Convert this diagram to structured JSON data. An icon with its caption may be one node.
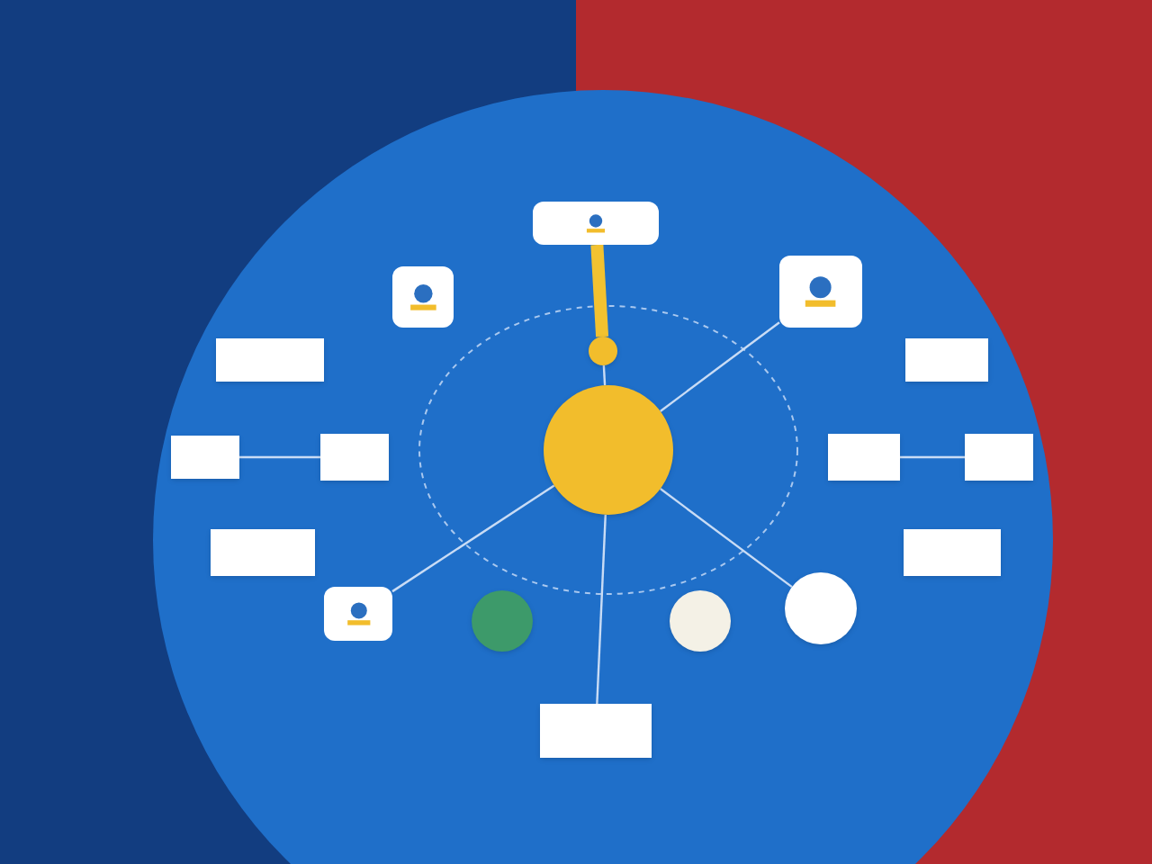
{
  "diagram": {
    "nodes": [
      {
        "text": [],
        "shape": "box"
      },
      {
        "text": [],
        "shape": "box"
      },
      {
        "text": [],
        "shape": "box"
      },
      {
        "text": [],
        "shape": "box"
      },
      {
        "text": [],
        "shape": "box"
      },
      {
        "text": [],
        "shape": "box"
      },
      {
        "text": [],
        "shape": "box"
      },
      {
        "text": [],
        "shape": "box"
      },
      {
        "text": [],
        "shape": "box"
      },
      {
        "text": [],
        "shape": "circle"
      },
      {
        "text": [],
        "shape": "circle"
      },
      {
        "text": [],
        "shape": "picture"
      },
      {
        "text": [],
        "shape": "picture"
      },
      {
        "text": [],
        "shape": "picture"
      },
      {
        "text": [],
        "shape": "picture"
      },
      {
        "text": [],
        "shape": "circle"
      },
      {
        "text": [],
        "shape": "circle"
      },
      {
        "text": [],
        "shape": "circle"
      }
    ],
    "edges": [
      {
        "from": 1,
        "to": 2,
        "arrow": "none"
      },
      {
        "from": 5,
        "to": 6,
        "arrow": "none"
      },
      {
        "from": 9,
        "to": 10,
        "arrow": "none"
      },
      {
        "from": 10,
        "to": 11,
        "arrow": "none",
        "style": "thick",
        "color": "#f2c230"
      },
      {
        "from": 9,
        "to": 14,
        "arrow": "none"
      },
      {
        "from": 9,
        "to": 17,
        "arrow": "none"
      },
      {
        "from": 9,
        "to": 8,
        "arrow": "none"
      },
      {
        "from": 13,
        "to": 9,
        "arrow": "none"
      }
    ]
  }
}
